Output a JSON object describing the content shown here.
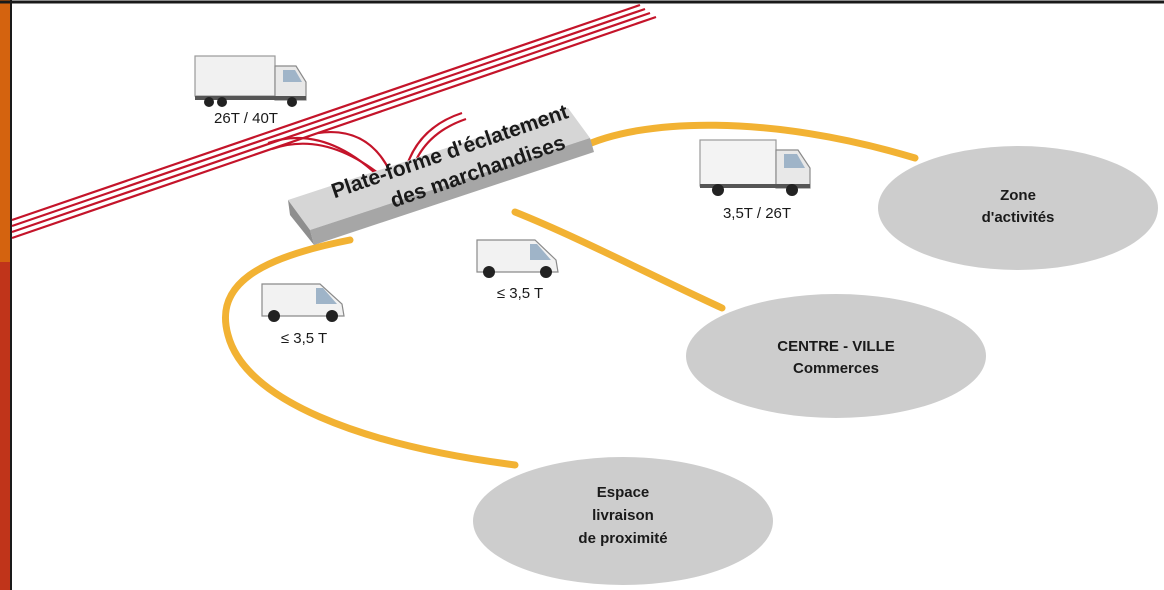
{
  "colors": {
    "frame_top": "#d4630f",
    "frame_bottom": "#c0341a",
    "frame_line": "#1a1a1a",
    "route": "#f2b233",
    "rail": "#c4142a",
    "zone": "#cdcdcd",
    "platform_top": "#d6d6d6",
    "platform_text": "#1a1a1a"
  },
  "platform": {
    "line1": "Plate-forme d'éclatement",
    "line2": "des marchandises"
  },
  "vehicles": {
    "semi_truck": {
      "icon": "semi-truck-icon",
      "label": "26T / 40T"
    },
    "box_truck": {
      "icon": "box-truck-icon",
      "label": "3,5T / 26T"
    },
    "van_center": {
      "icon": "van-icon",
      "label": "≤ 3,5 T"
    },
    "van_left": {
      "icon": "van-icon",
      "label": "≤ 3,5 T"
    }
  },
  "zones": {
    "activites": {
      "line1": "Zone",
      "line2": "d'activités"
    },
    "centre_ville": {
      "line1": "CENTRE - VILLE",
      "line2": "Commerces"
    },
    "espace": {
      "line1": "Espace",
      "line2": "livraison",
      "line3": "de proximité"
    }
  }
}
